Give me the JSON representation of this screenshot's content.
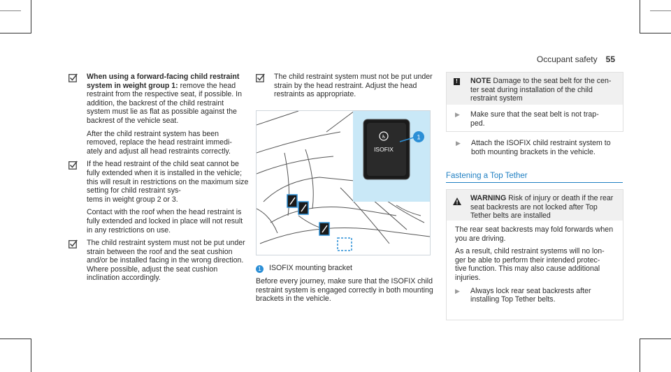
{
  "header": {
    "section": "Occupant safety",
    "page": "55"
  },
  "col1": {
    "items": [
      {
        "bold": "When using a forward-facing child restraint system in weight group 1:",
        "text": " remove the head restraint from the respective seat, if possible. In addition, the backrest of the child restraint system must lie as flat as possible against the backrest of the vehicle seat.",
        "text2": "After the child restraint system has been removed, replace the head restraint immedi-\nately and adjust all head restraints correctly."
      },
      {
        "text": "If the head restraint of the child seat cannot be fully extended when it is installed in the vehicle; this will result in restrictions on the maximum size setting for child restraint sys-\ntems in weight group 2 or 3.",
        "text2": "Contact with the roof when the head restraint is fully extended and locked in place will not result in any restrictions on use."
      },
      {
        "text": "The child restraint system must not be put under strain between the roof and the seat cushion and/or be installed facing in the wrong direction. Where possible, adjust the seat cushion inclination accordingly."
      }
    ]
  },
  "col2": {
    "item": "The child restraint system must not be put under strain by the head restraint. Adjust the head restraints as appropriate.",
    "figure": {
      "label": "ISOFIX",
      "callout": "1"
    },
    "caption_num": "1",
    "caption": "ISOFIX mounting bracket",
    "para": "Before every journey, make sure that the ISOFIX child restraint system is engaged correctly in both mounting brackets in the vehicle."
  },
  "col3": {
    "note": {
      "icon": "!",
      "head_bold": "NOTE",
      "head": " Damage to the seat belt for the cen-\nter seat during installation of the child restraint system",
      "bullet": "Make sure that the seat belt is not trap-\nped."
    },
    "step": "Attach the ISOFIX child restraint system to both mounting brackets in the vehicle.",
    "section_title": "Fastening a Top Tether",
    "warning": {
      "head_bold": "WARNING",
      "head": " Risk of injury or death if the rear seat backrests are not locked after Top Tether belts are installed",
      "p1": "The rear seat backrests may fold forwards when you are driving.",
      "p2": "As a result, child restraint systems will no lon-\nger be able to perform their intended protec-\ntive function. This may also cause additional injuries.",
      "bullet": "Always lock rear seat backrests after installing Top Tether belts."
    }
  },
  "colors": {
    "accent": "#1f7fc2",
    "highlight": "#c9e8f7",
    "box_header": "#f0f0f0"
  }
}
